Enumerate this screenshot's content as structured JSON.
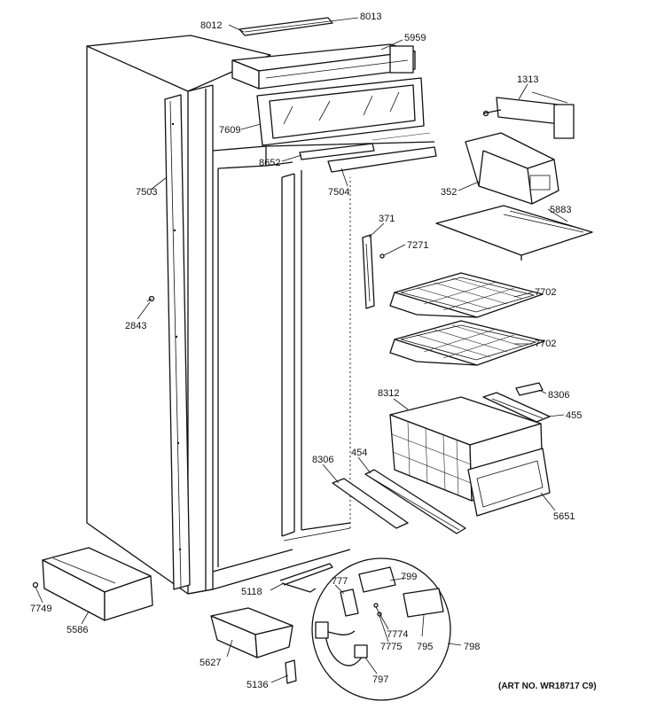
{
  "labels": {
    "p8012": "8012",
    "p8013": "8013",
    "p5959": "5959",
    "p7609": "7609",
    "p8652": "8652",
    "p7504": "7504",
    "p7503": "7503",
    "p2843": "2843",
    "p1313": "1313",
    "p352": "352",
    "p5883": "5883",
    "p371": "371",
    "p7271": "7271",
    "p7702a": "7702",
    "p7702b": "7702",
    "p8312": "8312",
    "p8306a": "8306",
    "p455": "455",
    "p454": "454",
    "p8306b": "8306",
    "p5651": "5651",
    "p5118": "5118",
    "p7749": "7749",
    "p5586": "5586",
    "p5627": "5627",
    "p5136": "5136",
    "p777": "777",
    "p799": "799",
    "p7774": "7774",
    "p7775": "7775",
    "p795": "795",
    "p798": "798",
    "p797": "797"
  },
  "art_number": "(ART NO. WR18717 C9)"
}
